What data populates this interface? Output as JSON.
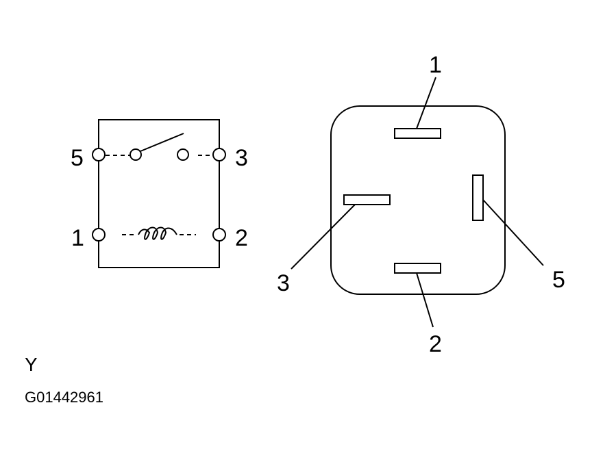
{
  "schematic": {
    "pins": {
      "p5": "5",
      "p3": "3",
      "p1": "1",
      "p2": "2"
    }
  },
  "connector": {
    "pins": {
      "p1": "1",
      "p2": "2",
      "p3": "3",
      "p5": "5"
    }
  },
  "caption": {
    "view_letter": "Y",
    "figure_code": "G01442961"
  }
}
